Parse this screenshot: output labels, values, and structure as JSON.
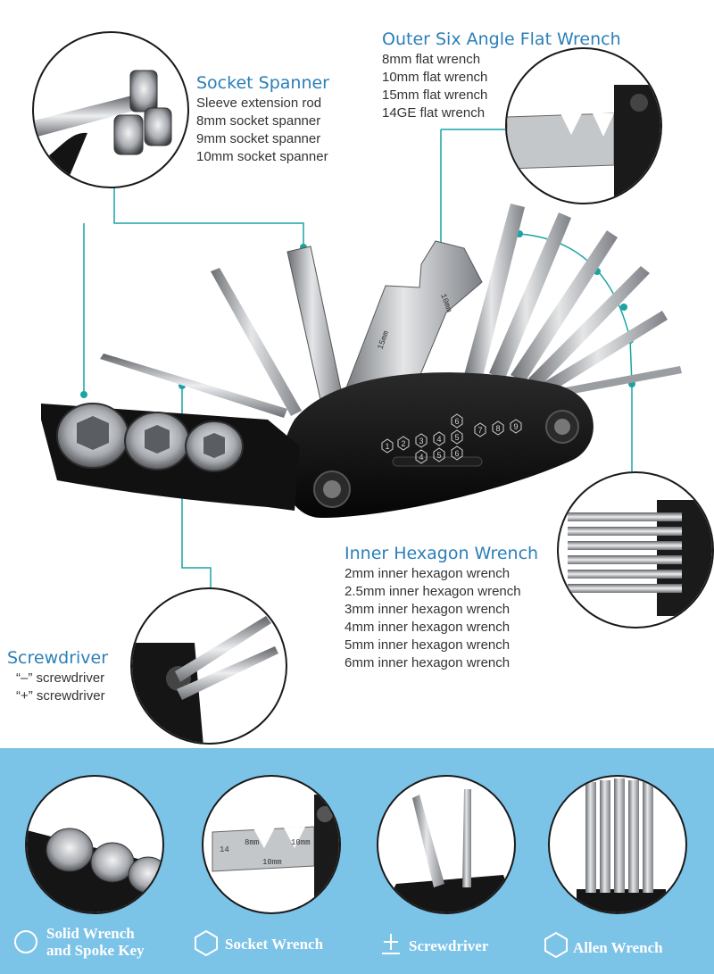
{
  "colors": {
    "heading": "#2b7fb8",
    "leader_line": "#1aa3a3",
    "band": "#7cc3e8",
    "tool_body": "#141414",
    "steel": "#b9bcc0"
  },
  "socket_spanner": {
    "title": "Socket Spanner",
    "items": [
      "Sleeve extension rod",
      "8mm socket spanner",
      "9mm socket spanner",
      "10mm socket spanner"
    ]
  },
  "flat_wrench": {
    "title": "Outer Six Angle Flat Wrench",
    "items": [
      "8mm flat wrench",
      "10mm flat wrench",
      "15mm flat wrench",
      "14GE flat wrench"
    ]
  },
  "hex_wrench": {
    "title": "Inner Hexagon Wrench",
    "items": [
      "2mm inner hexagon wrench",
      "2.5mm inner hexagon wrench",
      "3mm inner hexagon wrench",
      "4mm inner hexagon wrench",
      "5mm inner hexagon wrench",
      "6mm inner hexagon wrench"
    ]
  },
  "screwdriver": {
    "title": "Screwdriver",
    "items": [
      "“–” screwdriver",
      "“+” screwdriver"
    ]
  },
  "tool_numbers": [
    "1",
    "2",
    "3",
    "4",
    "5",
    "6",
    "7",
    "8",
    "9",
    "4",
    "5",
    "6"
  ],
  "blade_engravings": [
    "15mm",
    "10mm",
    "8mm"
  ],
  "thumb_engravings": [
    "8mm",
    "10mm",
    "14",
    "10mm"
  ],
  "bottom_captions": [
    {
      "line1": "Solid Wrench",
      "line2": "and Spoke Key",
      "icon": "circle-outline-icon"
    },
    {
      "line1": "Socket Wrench",
      "line2": "",
      "icon": "hexagon-outline-icon"
    },
    {
      "line1": "Screwdriver",
      "line2": "",
      "icon": "screwdriver-plus-icon"
    },
    {
      "line1": "Allen Wrench",
      "line2": "",
      "icon": "hexagon-outline-icon"
    }
  ]
}
